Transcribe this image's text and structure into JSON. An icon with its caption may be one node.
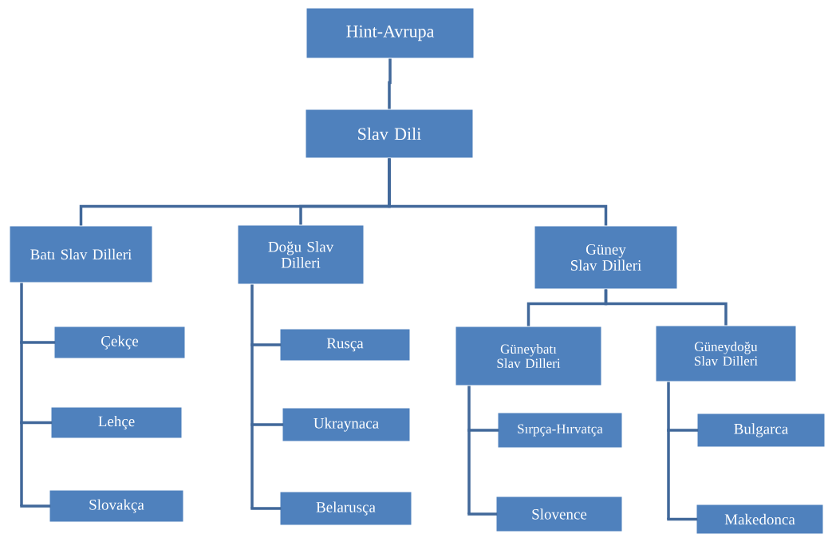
{
  "diagram": {
    "nodes": [
      {
        "text": [
          "Hint-Avrupa"
        ]
      },
      {
        "text": [
          "Slav Dili"
        ]
      },
      {
        "text": [
          "Batı Slav Dilleri"
        ]
      },
      {
        "text": [
          "Doğu Slav Dilleri"
        ]
      },
      {
        "text": [
          "Güney Slav Dilleri"
        ]
      },
      {
        "text": [
          "Çekçe"
        ]
      },
      {
        "text": [
          "Lehçe"
        ]
      },
      {
        "text": [
          "Slovakça"
        ]
      },
      {
        "text": [
          "Rusça"
        ]
      },
      {
        "text": [
          "Ukraynaca"
        ]
      },
      {
        "text": [
          "Belarusça"
        ]
      },
      {
        "text": [
          "Güneybatı Slav Dilleri"
        ]
      },
      {
        "text": [
          "Güneydoğu Slav Dilleri"
        ]
      },
      {
        "text": [
          "Sırpça-Hırvatça"
        ]
      },
      {
        "text": [
          "Slovence"
        ]
      },
      {
        "text": [
          "Bulgarca"
        ]
      },
      {
        "text": [
          "Makedonca"
        ]
      }
    ],
    "edges": [
      {
        "from": 0,
        "to": 1,
        "arrow": "none"
      },
      {
        "from": 1,
        "to": 2,
        "arrow": "none"
      },
      {
        "from": 1,
        "to": 3,
        "arrow": "none"
      },
      {
        "from": 1,
        "to": 4,
        "arrow": "none"
      },
      {
        "from": 2,
        "to": 5,
        "arrow": "none"
      },
      {
        "from": 2,
        "to": 6,
        "arrow": "none"
      },
      {
        "from": 2,
        "to": 7,
        "arrow": "none"
      },
      {
        "from": 3,
        "to": 8,
        "arrow": "none"
      },
      {
        "from": 3,
        "to": 9,
        "arrow": "none"
      },
      {
        "from": 3,
        "to": 10,
        "arrow": "none"
      },
      {
        "from": 4,
        "to": 11,
        "arrow": "none"
      },
      {
        "from": 4,
        "to": 12,
        "arrow": "none"
      },
      {
        "from": 11,
        "to": 13,
        "arrow": "none"
      },
      {
        "from": 11,
        "to": 14,
        "arrow": "none"
      },
      {
        "from": 12,
        "to": 15,
        "arrow": "none"
      },
      {
        "from": 12,
        "to": 16,
        "arrow": "none"
      }
    ]
  }
}
